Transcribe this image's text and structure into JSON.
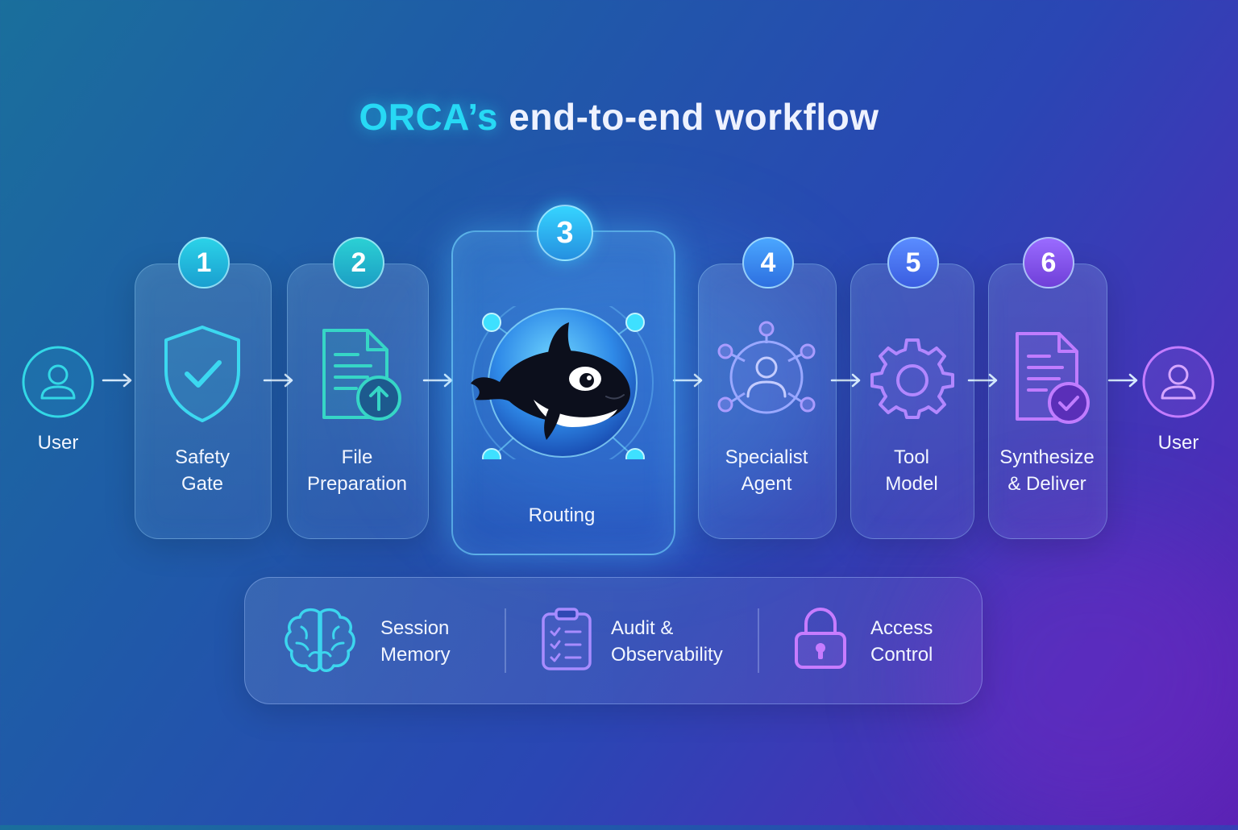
{
  "title": {
    "brand": "ORCA’s",
    "rest": "end-to-end workflow"
  },
  "flow": {
    "start_user": "User",
    "end_user": "User",
    "steps": [
      {
        "number": "1",
        "line1": "Safety",
        "line2": "Gate",
        "icon": "shield-check-icon"
      },
      {
        "number": "2",
        "line1": "File",
        "line2": "Preparation",
        "icon": "file-upload-icon"
      },
      {
        "number": "3",
        "line1": "Routing",
        "line2": "",
        "icon": "orca-mascot-icon"
      },
      {
        "number": "4",
        "line1": "Specialist",
        "line2": "Agent",
        "icon": "agent-network-icon"
      },
      {
        "number": "5",
        "line1": "Tool",
        "line2": "Model",
        "icon": "gear-icon"
      },
      {
        "number": "6",
        "line1": "Synthesize",
        "line2": "& Deliver",
        "icon": "document-check-icon"
      }
    ]
  },
  "support": [
    {
      "line1": "Session",
      "line2": "Memory",
      "icon": "brain-icon"
    },
    {
      "line1": "Audit &",
      "line2": "Observability",
      "icon": "clipboard-checklist-icon"
    },
    {
      "line1": "Access",
      "line2": "Control",
      "icon": "padlock-icon"
    }
  ],
  "colors": {
    "cyan_accent": "#27d9f5",
    "teal": "#2fd6c4",
    "blue": "#5ab0ff",
    "violet": "#a878ff",
    "purple": "#c27bff"
  }
}
